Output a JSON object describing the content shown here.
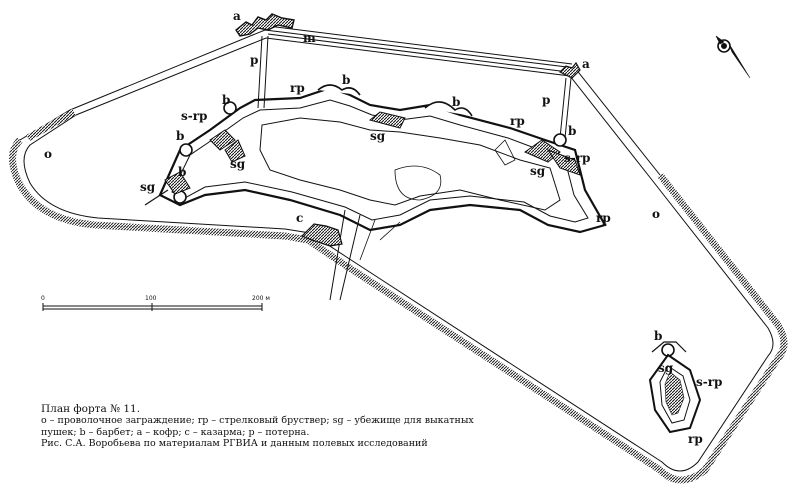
{
  "labels": {
    "a": "a",
    "m": "m",
    "p": "p",
    "rp": "rp",
    "b": "b",
    "s_rp": "s-rp",
    "sg": "sg",
    "o": "o",
    "c": "c"
  },
  "scale": {
    "tick_0": "0",
    "tick_100": "100",
    "tick_200": "200 м"
  },
  "caption": {
    "title": "План форта № 11.",
    "legend_line1": "o – проволочное заграждение; rp – стрелковый бруствер; sg – убежище для выкатных",
    "legend_line2": "пушек; b – барбет; a – кофр; c – казарма; p – потерна.",
    "source": "Рис. С.А. Воробьева по материалам РГВИА и данным полевых исследований"
  }
}
